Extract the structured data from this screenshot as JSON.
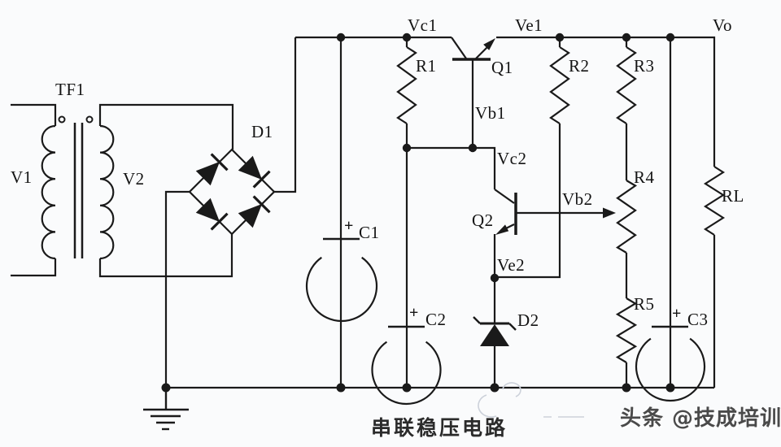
{
  "meta": {
    "caption": "串联稳压电路",
    "watermark": "头条 @技成培训"
  },
  "labels": {
    "transformer": "TF1",
    "primary_winding": "V1",
    "secondary_winding": "V2",
    "bridge_rectifier": "D1",
    "zener_diode": "D2",
    "transistors": {
      "q1": "Q1",
      "q2": "Q2"
    },
    "resistors": {
      "r1": "R1",
      "r2": "R2",
      "r3": "R3",
      "r4": "R4",
      "r5": "R5",
      "rl": "RL"
    },
    "capacitors": {
      "c1": "C1",
      "c2": "C2",
      "c3": "C3",
      "plus": "+"
    },
    "nodes": {
      "vc1": "Vc1",
      "vb1": "Vb1",
      "ve1": "Ve1",
      "vc2": "Vc2",
      "vb2": "Vb2",
      "ve2": "Ve2",
      "vo": "Vo"
    }
  },
  "colors": {
    "wire": "#1a1a1a",
    "background": "#fafbfc",
    "caption_text": "#2b2b2b",
    "watermark_text": "#4a4a4a"
  }
}
